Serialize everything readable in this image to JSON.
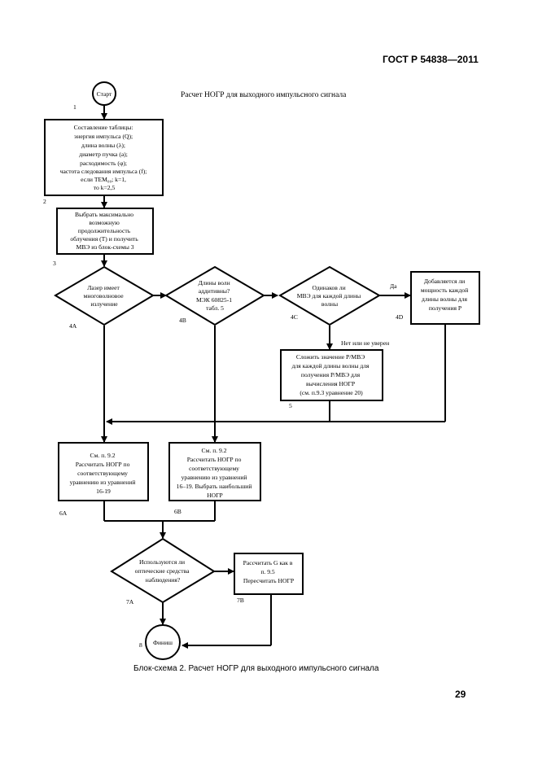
{
  "header": {
    "standard": "ГОСТ Р 54838—2011"
  },
  "flow_title": "Расчет НОГР для выходного импульсного сигнала",
  "caption": "Блок-схема 2. Расчет НОГР для выходного импульсного сигнала",
  "page_number": "29",
  "nodes": {
    "start": "Старт",
    "b1": [
      "Составление таблицы:",
      "энергия импульса (Q);",
      "длина волны (λ);",
      "диаметр пучка (a);",
      "расходимость (φ);",
      "частота следования импульса (f);",
      "если TEM₀₀; k=1,",
      "то k=2,5"
    ],
    "b2": [
      "Выбрать максимально",
      "возможную",
      "продолжительность",
      "облучения (T) и получить",
      "МВЭ из блок-схемы 3"
    ],
    "d4a": [
      "Лазер имеет",
      "многоволновое",
      "излучение"
    ],
    "d4b": [
      "Длины волн",
      "аддитивны?",
      "МЭК 60825-1",
      "табл. 5"
    ],
    "d4c": [
      "Одинаков ли",
      "МВЭ для каждой длины",
      "волны"
    ],
    "b4d": [
      "Добавляется ли",
      "мощность каждой",
      "длины волны для",
      "получения P"
    ],
    "b5": [
      "Сложить значение P/МВЭ",
      "для каждой длины волны для",
      "получения P/МВЭ для",
      "вычисления НОГР",
      "(см. п.9.3 уравнение 20)"
    ],
    "b6a": [
      "См. п. 9.2",
      "Рассчитать НОГР по",
      "соответствующему",
      "уравнению из уравнений",
      "16-19"
    ],
    "b6b": [
      "См. п. 9.2",
      "Рассчитать НОГР по",
      "соответствующему",
      "уравнению из уравнений",
      "16–19. Выбрать наибольший",
      "НОГР"
    ],
    "d7a": [
      "Используются ли",
      "оптические средства",
      "наблюдения?"
    ],
    "b7b": [
      "Рассчитать G как в",
      "п. 9.5",
      "Пересчитать НОГР"
    ],
    "finish": "Финиш"
  },
  "labels": {
    "n1": "1",
    "n2": "2",
    "n3": "3",
    "n4a": "4A",
    "n4b": "4B",
    "n4c": "4C",
    "n4d": "4D",
    "n5": "5",
    "n6a": "6A",
    "n6b": "6B",
    "n7a": "7A",
    "n7b": "7B",
    "n8": "8",
    "yes": "Да",
    "no_unsure": "Нет или не уверен"
  }
}
